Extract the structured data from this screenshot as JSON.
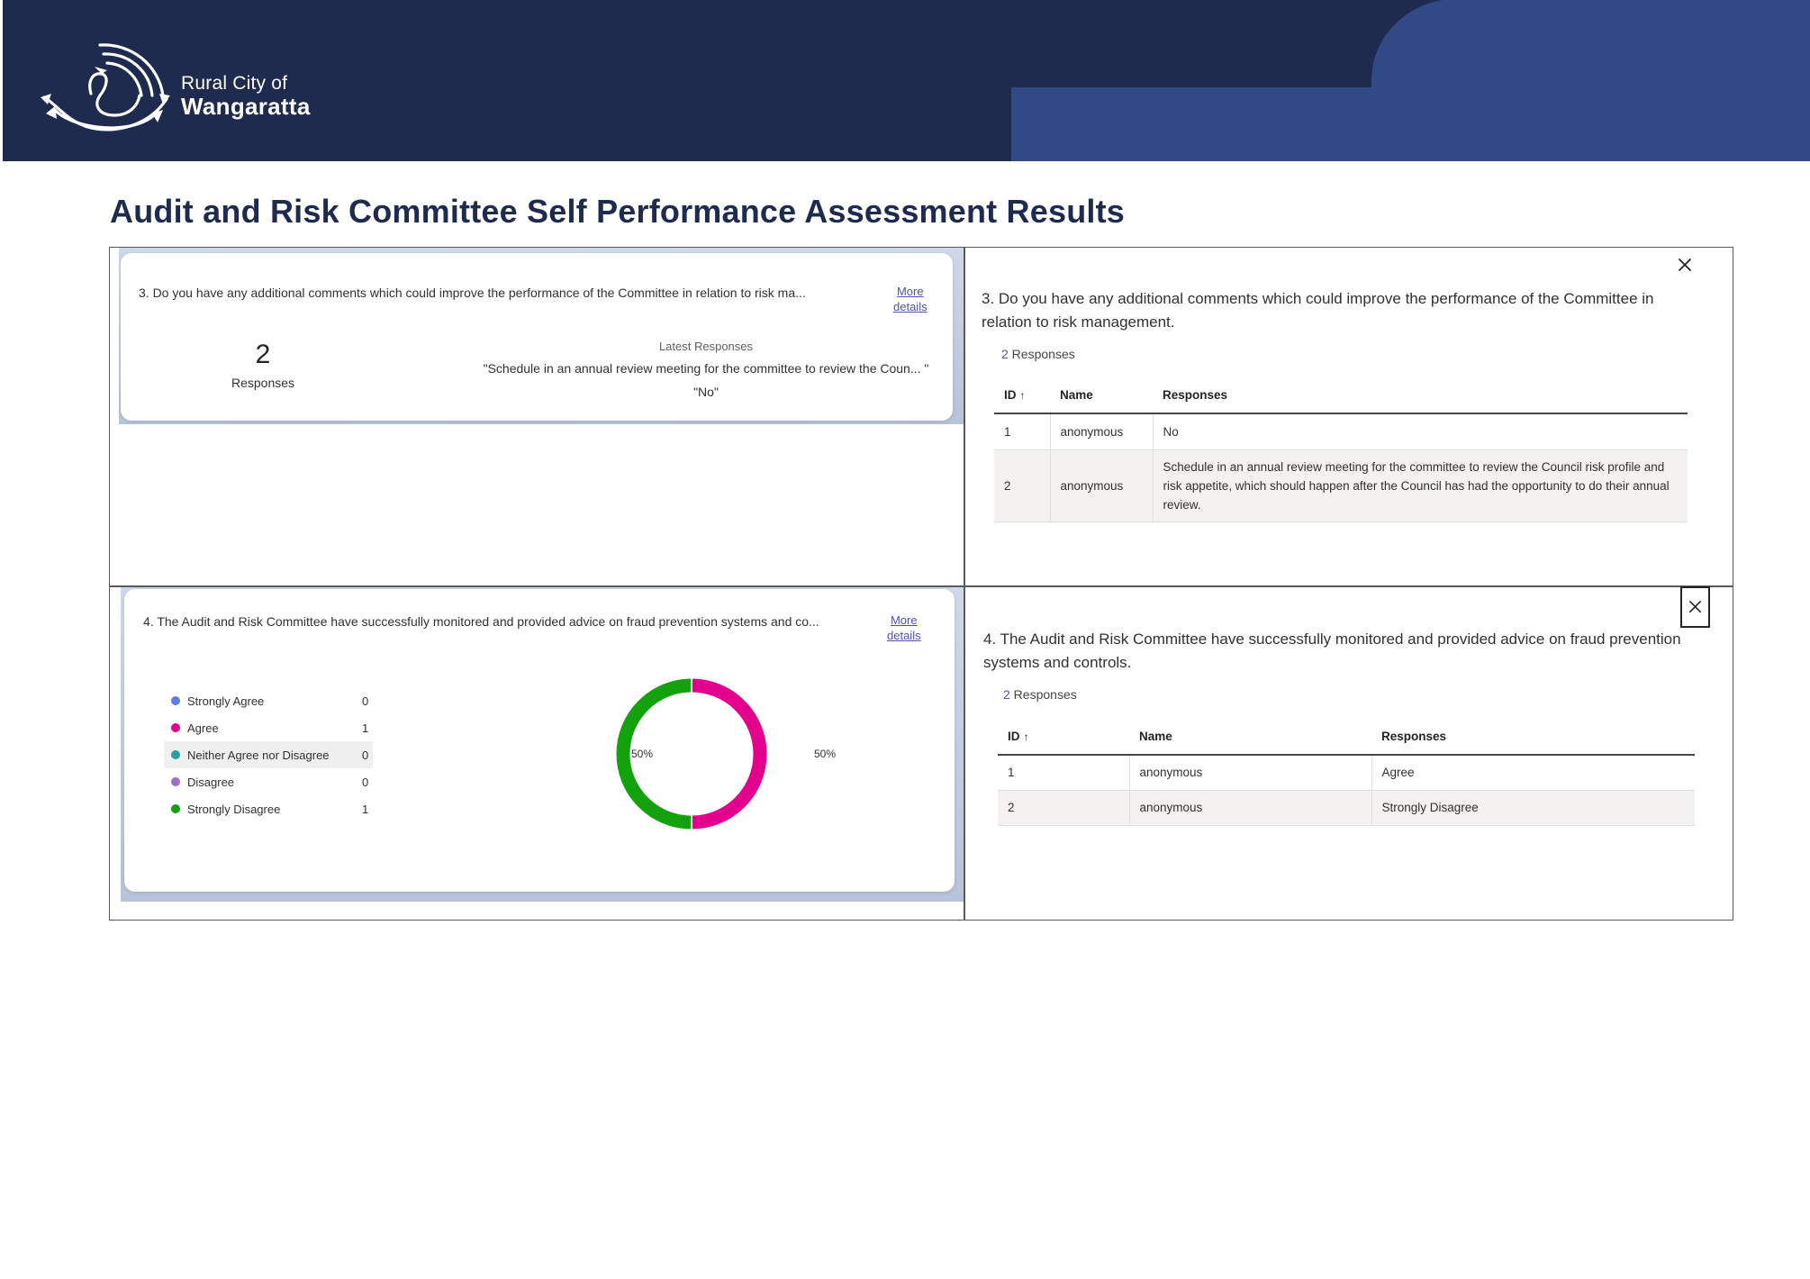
{
  "brand": {
    "line1": "Rural City of",
    "line2": "Wangaratta",
    "bg": "#1f2a4f",
    "accent": "#314a85"
  },
  "page_title": "Audit and Risk Committee Self Performance Assessment Results",
  "q3_card": {
    "question": "3. Do you have any additional comments which could improve the performance of the Committee in relation to risk ma...",
    "more_line1": "More",
    "more_line2": "details",
    "count": "2",
    "count_label": "Responses",
    "latest_label": "Latest Responses",
    "latest": [
      "\"Schedule in an annual review meeting for the committee to review the Coun... \"",
      "\"No\""
    ]
  },
  "q3_detail": {
    "question": "3. Do you have any additional comments which could improve the performance of the Committee in relation to risk management.",
    "count": "2",
    "count_suffix": " Responses",
    "columns": [
      "ID",
      "Name",
      "Responses"
    ],
    "sort_arrow": "↑",
    "rows": [
      {
        "id": "1",
        "name": "anonymous",
        "response": "No"
      },
      {
        "id": "2",
        "name": "anonymous",
        "response": "Schedule in an annual review meeting for the committee to review the Council risk profile and risk appetite, which should happen after the Council has had the opportunity to do their annual review."
      }
    ]
  },
  "q4_card": {
    "question": "4. The Audit and Risk Committee have successfully monitored and provided advice on fraud prevention systems and co...",
    "more_line1": "More",
    "more_line2": "details",
    "legend": [
      {
        "label": "Strongly Agree",
        "count": "0",
        "color": "#5b7be9"
      },
      {
        "label": "Agree",
        "count": "1",
        "color": "#e3008c"
      },
      {
        "label": "Neither Agree nor Disagree",
        "count": "0",
        "color": "#2aa0a4"
      },
      {
        "label": "Disagree",
        "count": "0",
        "color": "#9b6fd0"
      },
      {
        "label": "Strongly Disagree",
        "count": "1",
        "color": "#13a10e"
      }
    ],
    "pct_left": "50%",
    "pct_right": "50%"
  },
  "chart_data": {
    "type": "pie",
    "categories": [
      "Strongly Agree",
      "Agree",
      "Neither Agree nor Disagree",
      "Disagree",
      "Strongly Disagree"
    ],
    "values": [
      0,
      1,
      0,
      0,
      1
    ],
    "colors": [
      "#5b7be9",
      "#e3008c",
      "#2aa0a4",
      "#9b6fd0",
      "#13a10e"
    ],
    "data_labels": [
      "50%",
      "50%"
    ],
    "donut": true,
    "legend_position": "left"
  },
  "q4_detail": {
    "question": "4. The Audit and Risk Committee have successfully monitored and provided advice on fraud prevention systems and controls.",
    "count": "2",
    "count_suffix": " Responses",
    "columns": [
      "ID",
      "Name",
      "Responses"
    ],
    "sort_arrow": "↑",
    "rows": [
      {
        "id": "1",
        "name": "anonymous",
        "response": "Agree"
      },
      {
        "id": "2",
        "name": "anonymous",
        "response": "Strongly Disagree"
      }
    ]
  }
}
